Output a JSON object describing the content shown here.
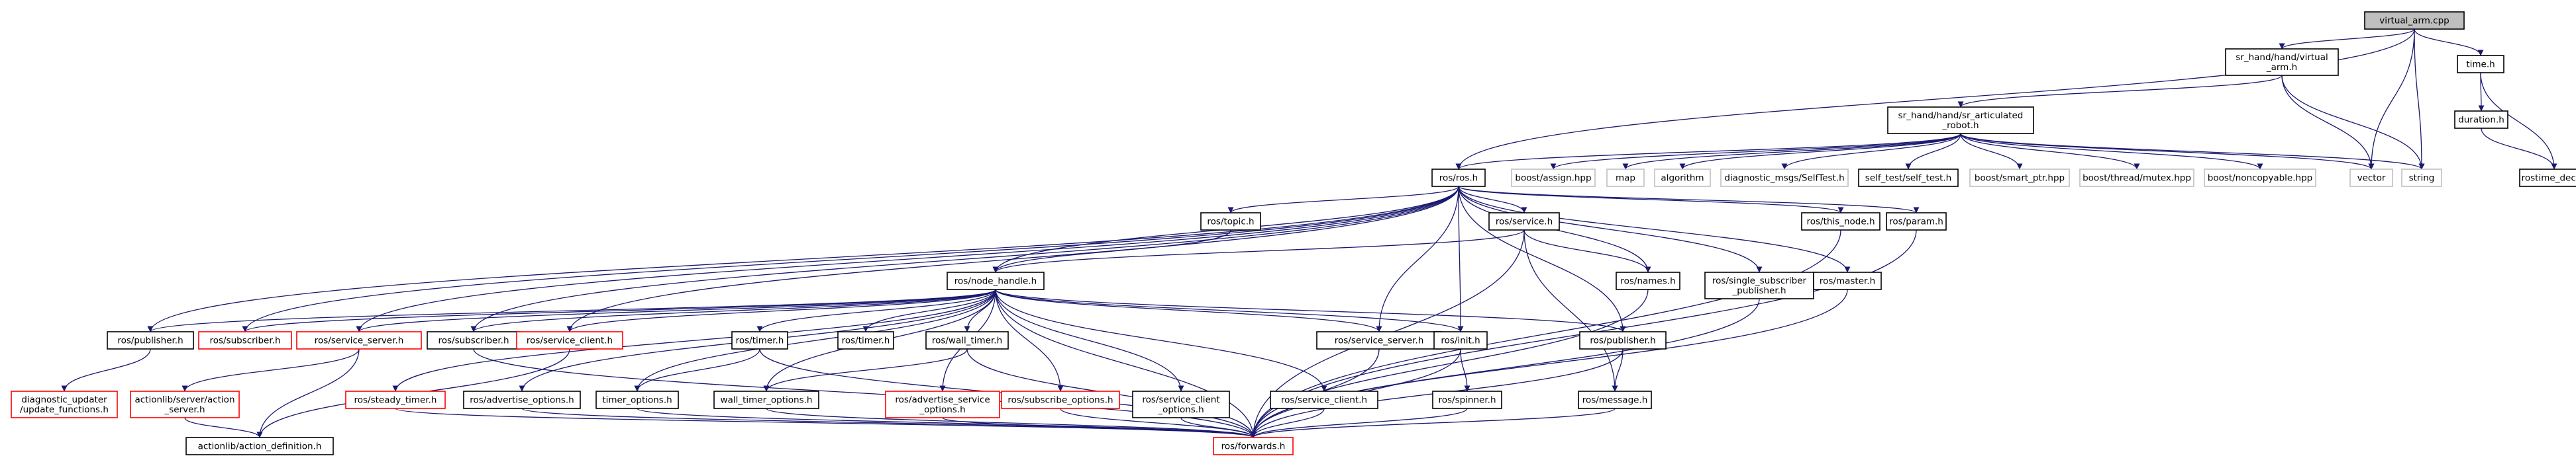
{
  "colors": {
    "edge": "#191970",
    "node_border_normal": "#000000",
    "node_border_missing": "#bfbfbf",
    "node_border_undocumented": "#ff0000",
    "root_fill": "#bfbfbf",
    "node_fill": "#ffffff",
    "missing_text": "#999999"
  },
  "nodes": [
    {
      "id": "virtual_arm",
      "lines": [
        "virtual_arm.cpp"
      ],
      "kind": "root"
    },
    {
      "id": "sr_virtual_arm",
      "lines": [
        "sr_hand/hand/virtual",
        "_arm.h"
      ],
      "kind": "normal"
    },
    {
      "id": "time_h",
      "lines": [
        "time.h"
      ],
      "kind": "normal"
    },
    {
      "id": "duration_h",
      "lines": [
        "duration.h"
      ],
      "kind": "normal"
    },
    {
      "id": "rostime_decl",
      "lines": [
        "rostime_decl.h"
      ],
      "kind": "normal"
    },
    {
      "id": "sr_articulated",
      "lines": [
        "sr_hand/hand/sr_articulated",
        "_robot.h"
      ],
      "kind": "normal"
    },
    {
      "id": "ros_h",
      "lines": [
        "ros/ros.h"
      ],
      "kind": "normal"
    },
    {
      "id": "boost_assign",
      "lines": [
        "boost/assign.hpp"
      ],
      "kind": "missing"
    },
    {
      "id": "map",
      "lines": [
        "map"
      ],
      "kind": "missing"
    },
    {
      "id": "algorithm",
      "lines": [
        "algorithm"
      ],
      "kind": "missing"
    },
    {
      "id": "diag_selftest",
      "lines": [
        "diagnostic_msgs/SelfTest.h"
      ],
      "kind": "missing"
    },
    {
      "id": "self_test",
      "lines": [
        "self_test/self_test.h"
      ],
      "kind": "normal"
    },
    {
      "id": "boost_smart",
      "lines": [
        "boost/smart_ptr.hpp"
      ],
      "kind": "missing"
    },
    {
      "id": "boost_mutex",
      "lines": [
        "boost/thread/mutex.hpp"
      ],
      "kind": "missing"
    },
    {
      "id": "boost_noncopy",
      "lines": [
        "boost/noncopyable.hpp"
      ],
      "kind": "missing"
    },
    {
      "id": "vector",
      "lines": [
        "vector"
      ],
      "kind": "missing"
    },
    {
      "id": "string",
      "lines": [
        "string"
      ],
      "kind": "missing"
    },
    {
      "id": "ros_topic",
      "lines": [
        "ros/topic.h"
      ],
      "kind": "normal"
    },
    {
      "id": "ros_service",
      "lines": [
        "ros/service.h"
      ],
      "kind": "normal"
    },
    {
      "id": "ros_this_node",
      "lines": [
        "ros/this_node.h"
      ],
      "kind": "normal"
    },
    {
      "id": "ros_param",
      "lines": [
        "ros/param.h"
      ],
      "kind": "normal"
    },
    {
      "id": "ros_node_handle",
      "lines": [
        "ros/node_handle.h"
      ],
      "kind": "normal"
    },
    {
      "id": "ros_names",
      "lines": [
        "ros/names.h"
      ],
      "kind": "normal"
    },
    {
      "id": "ros_single_sub",
      "lines": [
        "ros/single_subscriber",
        "_publisher.h"
      ],
      "kind": "normal"
    },
    {
      "id": "ros_master",
      "lines": [
        "ros/master.h"
      ],
      "kind": "normal"
    },
    {
      "id": "pub_a",
      "lines": [
        "ros/publisher.h"
      ],
      "kind": "normal"
    },
    {
      "id": "sub_a",
      "lines": [
        "ros/subscriber.h"
      ],
      "kind": "undocumented"
    },
    {
      "id": "srvsrv_a",
      "lines": [
        "ros/service_server.h"
      ],
      "kind": "undocumented"
    },
    {
      "id": "sub_b",
      "lines": [
        "ros/subscriber.h"
      ],
      "kind": "normal"
    },
    {
      "id": "srvcli_a",
      "lines": [
        "ros/service_client.h"
      ],
      "kind": "undocumented"
    },
    {
      "id": "ros_timer_a",
      "lines": [
        "ros/timer.h"
      ],
      "kind": "normal"
    },
    {
      "id": "ros_timer_b",
      "lines": [
        "ros/timer.h"
      ],
      "kind": "normal"
    },
    {
      "id": "ros_wall_timer",
      "lines": [
        "ros/wall_timer.h"
      ],
      "kind": "normal"
    },
    {
      "id": "srvsrv_b",
      "lines": [
        "ros/service_server.h"
      ],
      "kind": "normal"
    },
    {
      "id": "ros_init",
      "lines": [
        "ros/init.h"
      ],
      "kind": "normal"
    },
    {
      "id": "pub_b",
      "lines": [
        "ros/publisher.h"
      ],
      "kind": "normal"
    },
    {
      "id": "diag_updater",
      "lines": [
        "diagnostic_updater",
        "/update_functions.h"
      ],
      "kind": "undocumented"
    },
    {
      "id": "actionlib_server",
      "lines": [
        "actionlib/server/action",
        "_server.h"
      ],
      "kind": "undocumented"
    },
    {
      "id": "actionlib_def",
      "lines": [
        "actionlib/action_definition.h"
      ],
      "kind": "normal"
    },
    {
      "id": "ros_steady_timer",
      "lines": [
        "ros/steady_timer.h"
      ],
      "kind": "undocumented"
    },
    {
      "id": "ros_adv_opts",
      "lines": [
        "ros/advertise_options.h"
      ],
      "kind": "normal"
    },
    {
      "id": "timer_options",
      "lines": [
        "timer_options.h"
      ],
      "kind": "normal"
    },
    {
      "id": "wall_timer_options",
      "lines": [
        "wall_timer_options.h"
      ],
      "kind": "normal"
    },
    {
      "id": "ros_adv_srv_opts",
      "lines": [
        "ros/advertise_service",
        "_options.h"
      ],
      "kind": "undocumented"
    },
    {
      "id": "ros_sub_opts",
      "lines": [
        "ros/subscribe_options.h"
      ],
      "kind": "undocumented"
    },
    {
      "id": "ros_srv_cli_opts",
      "lines": [
        "ros/service_client",
        "_options.h"
      ],
      "kind": "normal"
    },
    {
      "id": "srvcli_b",
      "lines": [
        "ros/service_client.h"
      ],
      "kind": "normal"
    },
    {
      "id": "ros_spinner",
      "lines": [
        "ros/spinner.h"
      ],
      "kind": "normal"
    },
    {
      "id": "ros_message",
      "lines": [
        "ros/message.h"
      ],
      "kind": "normal"
    },
    {
      "id": "ros_forwards",
      "lines": [
        "ros/forwards.h"
      ],
      "kind": "undocumented"
    }
  ],
  "edges": [
    [
      "virtual_arm",
      "sr_virtual_arm"
    ],
    [
      "virtual_arm",
      "time_h"
    ],
    [
      "virtual_arm",
      "ros_h"
    ],
    [
      "virtual_arm",
      "vector"
    ],
    [
      "virtual_arm",
      "string"
    ],
    [
      "sr_virtual_arm",
      "sr_articulated"
    ],
    [
      "sr_virtual_arm",
      "vector"
    ],
    [
      "sr_virtual_arm",
      "string"
    ],
    [
      "time_h",
      "duration_h"
    ],
    [
      "time_h",
      "rostime_decl"
    ],
    [
      "duration_h",
      "rostime_decl"
    ],
    [
      "sr_articulated",
      "ros_h"
    ],
    [
      "sr_articulated",
      "boost_assign"
    ],
    [
      "sr_articulated",
      "map"
    ],
    [
      "sr_articulated",
      "algorithm"
    ],
    [
      "sr_articulated",
      "diag_selftest"
    ],
    [
      "sr_articulated",
      "self_test"
    ],
    [
      "sr_articulated",
      "boost_smart"
    ],
    [
      "sr_articulated",
      "boost_mutex"
    ],
    [
      "sr_articulated",
      "boost_noncopy"
    ],
    [
      "sr_articulated",
      "vector"
    ],
    [
      "sr_articulated",
      "string"
    ],
    [
      "ros_h",
      "ros_topic"
    ],
    [
      "ros_h",
      "ros_service"
    ],
    [
      "ros_h",
      "ros_this_node"
    ],
    [
      "ros_h",
      "ros_param"
    ],
    [
      "ros_h",
      "ros_node_handle"
    ],
    [
      "ros_h",
      "ros_names"
    ],
    [
      "ros_h",
      "ros_single_sub"
    ],
    [
      "ros_h",
      "ros_master"
    ],
    [
      "ros_h",
      "pub_a"
    ],
    [
      "ros_h",
      "sub_a"
    ],
    [
      "ros_h",
      "srvsrv_a"
    ],
    [
      "ros_h",
      "sub_b"
    ],
    [
      "ros_h",
      "srvcli_a"
    ],
    [
      "ros_h",
      "srvsrv_b"
    ],
    [
      "ros_h",
      "ros_init"
    ],
    [
      "ros_h",
      "pub_b"
    ],
    [
      "ros_topic",
      "ros_node_handle"
    ],
    [
      "ros_service",
      "ros_node_handle"
    ],
    [
      "ros_service",
      "ros_names"
    ],
    [
      "ros_service",
      "ros_message"
    ],
    [
      "ros_service",
      "ros_forwards"
    ],
    [
      "ros_this_node",
      "ros_forwards"
    ],
    [
      "ros_param",
      "ros_forwards"
    ],
    [
      "ros_names",
      "ros_forwards"
    ],
    [
      "ros_single_sub",
      "ros_forwards"
    ],
    [
      "ros_master",
      "ros_forwards"
    ],
    [
      "ros_node_handle",
      "pub_a"
    ],
    [
      "ros_node_handle",
      "sub_a"
    ],
    [
      "ros_node_handle",
      "srvsrv_a"
    ],
    [
      "ros_node_handle",
      "sub_b"
    ],
    [
      "ros_node_handle",
      "srvcli_a"
    ],
    [
      "ros_node_handle",
      "ros_timer_a"
    ],
    [
      "ros_node_handle",
      "ros_timer_b"
    ],
    [
      "ros_node_handle",
      "ros_wall_timer"
    ],
    [
      "ros_node_handle",
      "ros_adv_srv_opts"
    ],
    [
      "ros_node_handle",
      "ros_sub_opts"
    ],
    [
      "ros_node_handle",
      "ros_srv_cli_opts"
    ],
    [
      "ros_node_handle",
      "srvcli_b"
    ],
    [
      "ros_node_handle",
      "srvsrv_b"
    ],
    [
      "ros_node_handle",
      "ros_init"
    ],
    [
      "ros_node_handle",
      "pub_b"
    ],
    [
      "ros_node_handle",
      "ros_steady_timer"
    ],
    [
      "ros_node_handle",
      "ros_adv_opts"
    ],
    [
      "ros_node_handle",
      "timer_options"
    ],
    [
      "ros_node_handle",
      "wall_timer_options"
    ],
    [
      "ros_node_handle",
      "ros_forwards"
    ],
    [
      "pub_a",
      "diag_updater"
    ],
    [
      "srvsrv_a",
      "actionlib_server"
    ],
    [
      "srvsrv_a",
      "actionlib_def"
    ],
    [
      "actionlib_server",
      "actionlib_def"
    ],
    [
      "sub_b",
      "ros_forwards"
    ],
    [
      "srvcli_a",
      "actionlib_def"
    ],
    [
      "ros_timer_a",
      "timer_options"
    ],
    [
      "ros_timer_a",
      "ros_forwards"
    ],
    [
      "ros_wall_timer",
      "wall_timer_options"
    ],
    [
      "ros_wall_timer",
      "ros_forwards"
    ],
    [
      "ros_steady_timer",
      "ros_forwards"
    ],
    [
      "ros_adv_opts",
      "ros_forwards"
    ],
    [
      "timer_options",
      "ros_forwards"
    ],
    [
      "wall_timer_options",
      "ros_forwards"
    ],
    [
      "ros_adv_srv_opts",
      "ros_forwards"
    ],
    [
      "ros_sub_opts",
      "ros_forwards"
    ],
    [
      "ros_srv_cli_opts",
      "ros_forwards"
    ],
    [
      "srvcli_b",
      "ros_forwards"
    ],
    [
      "srvsrv_b",
      "ros_forwards"
    ],
    [
      "ros_init",
      "ros_spinner"
    ],
    [
      "ros_init",
      "ros_forwards"
    ],
    [
      "pub_b",
      "ros_message"
    ],
    [
      "pub_b",
      "ros_forwards"
    ],
    [
      "ros_message",
      "ros_forwards"
    ],
    [
      "ros_spinner",
      "ros_forwards"
    ]
  ]
}
